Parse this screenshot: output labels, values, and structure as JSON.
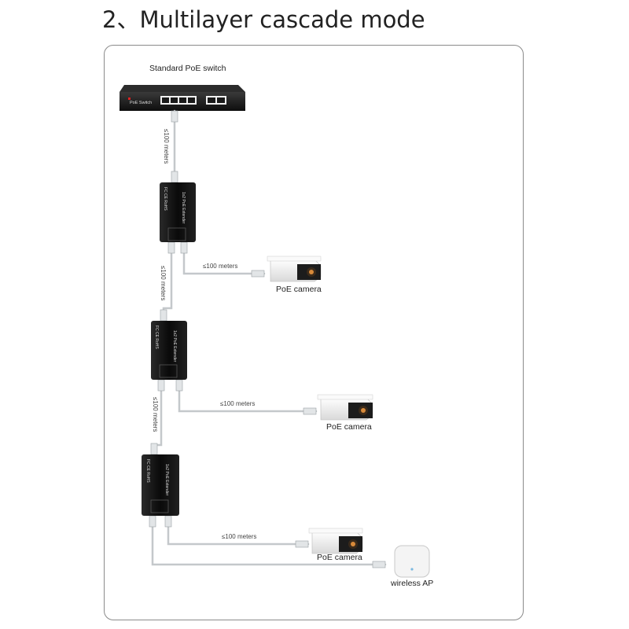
{
  "title": "2、Multilayer cascade mode",
  "switch": {
    "label": "Standard PoE switch",
    "brand_text": "PoE Switch"
  },
  "extender": {
    "brand_text": "FC CE RoHS",
    "model_text": "1x2 PoE Extender"
  },
  "distance_text": "≤100 meters",
  "vertical_distance_text": "≤100 meters",
  "devices": {
    "camera1": "PoE camera",
    "camera2": "PoE camera",
    "camera3": "PoE camera",
    "ap": "wireless AP"
  },
  "colors": {
    "frame_border": "#8a8a8a",
    "cable": "#c4c8cb",
    "device_body": "#151515",
    "camera_body": "#f2f2f2"
  }
}
